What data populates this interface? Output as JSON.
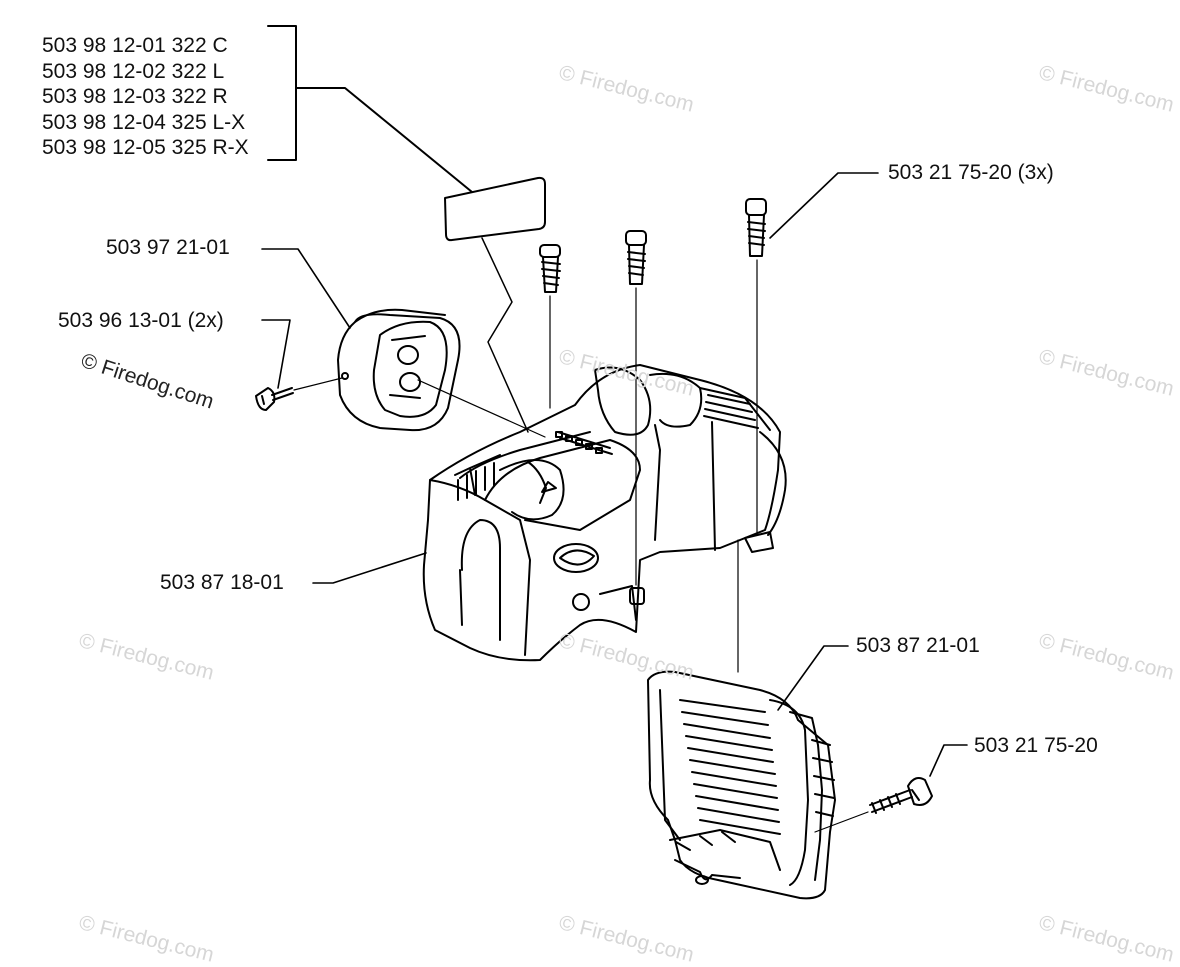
{
  "decal_part_numbers": [
    "503 98 12-01 322 C",
    "503 98 12-02 322 L",
    "503 98 12-03 322 R",
    "503 98 12-04 325 L-X",
    "503 98 12-05 325 R-X"
  ],
  "labels": {
    "screw_3x": "503 21 75-20 (3x)",
    "front_cover": "503 97 21-01",
    "screw_2x": "503 96 13-01 (2x)",
    "cylinder_cover": "503 87 18-01",
    "rear_cover": "503 87 21-01",
    "screw_single": "503 21 75-20"
  },
  "watermarks": {
    "text": "© Firedog.com",
    "prominent": "© Firedog.com"
  },
  "icons": [
    "screw-icon",
    "front-cover-icon",
    "cylinder-cover-icon",
    "rear-cover-icon",
    "decal-icon"
  ]
}
